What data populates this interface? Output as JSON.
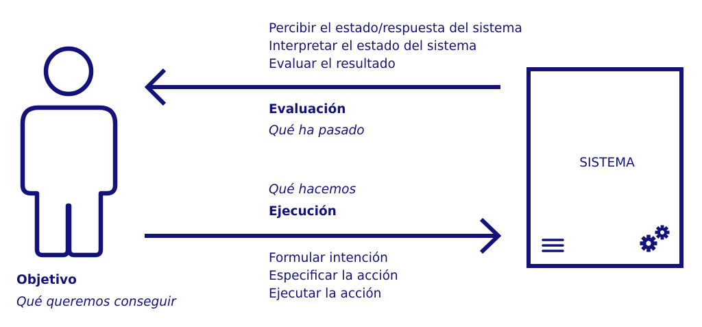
{
  "colors": {
    "primary": "#12127a",
    "background": "#ffffff"
  },
  "user": {
    "icon": "person-icon",
    "goal_title": "Objetivo",
    "goal_subtitle": "Qué queremos conseguir"
  },
  "evaluation": {
    "steps": [
      "Percibir el estado/respuesta del sistema",
      "Interpretar el estado del sistema",
      "Evaluar el resultado"
    ],
    "title": "Evaluación",
    "subtitle": "Qué ha pasado"
  },
  "execution": {
    "subtitle": "Qué hacemos",
    "title": "Ejecución",
    "steps": [
      "Formular intención",
      "Especificar la acción",
      "Ejecutar la acción"
    ]
  },
  "system": {
    "label": "SISTEMA",
    "menu_icon": "menu-icon",
    "gear_icon": "gears-icon"
  }
}
